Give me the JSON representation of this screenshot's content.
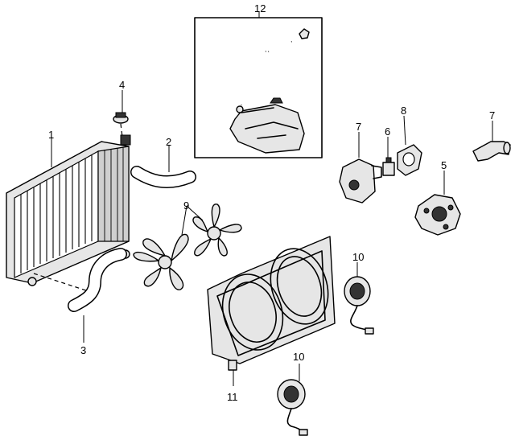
{
  "callouts": {
    "c1": "1",
    "c2": "2",
    "c3": "3",
    "c4": "4",
    "c5": "5",
    "c6": "6",
    "c7a": "7",
    "c7b": "7",
    "c8": "8",
    "c9": "9",
    "c10a": "10",
    "c10b": "10",
    "c11": "11",
    "c12": "12"
  }
}
